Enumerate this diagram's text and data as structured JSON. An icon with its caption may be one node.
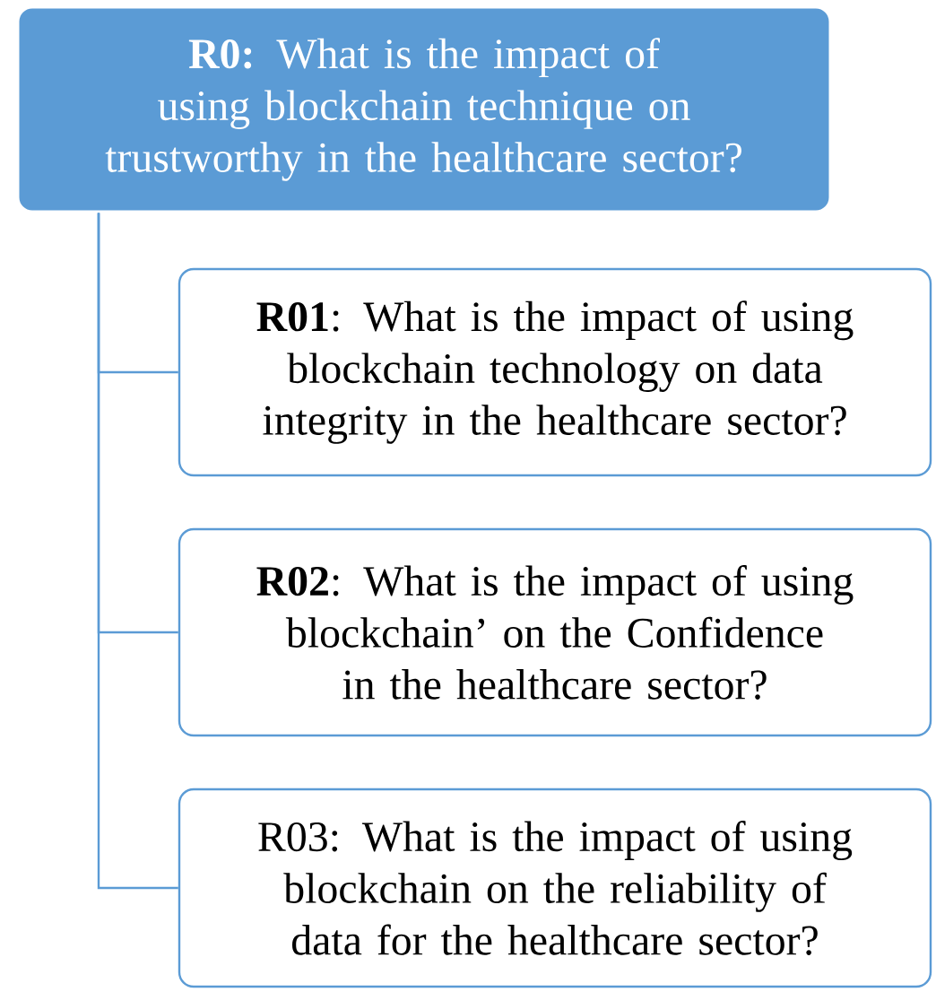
{
  "diagram": {
    "nodes": [
      {
        "text": [
          "**R0:** What is the impact of using blockchain technique on trustworthy in the healthcare sector?"
        ]
      },
      {
        "text": [
          "**R01**: What is the impact of using blockchain technology on data integrity  in the healthcare sector?"
        ]
      },
      {
        "text": [
          "**R02**: What is the impact of using blockchain’ on the Confidence in the healthcare sector?"
        ]
      },
      {
        "text": [
          "R03: What is the impact of using blockchain on the reliability of data for the healthcare sector?"
        ]
      }
    ],
    "edges": [
      {
        "from": 0,
        "to": 1,
        "arrow": "none"
      },
      {
        "from": 0,
        "to": 2,
        "arrow": "none"
      },
      {
        "from": 0,
        "to": 3,
        "arrow": "none"
      }
    ]
  }
}
